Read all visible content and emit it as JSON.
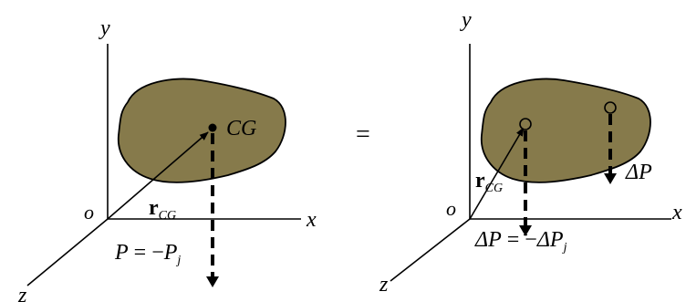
{
  "left_panel": {
    "axis_y": "y",
    "axis_x": "x",
    "axis_z": "z",
    "origin": "o",
    "cg_label": "CG",
    "r_vector": {
      "main": "r",
      "sub": "CG"
    },
    "force_equation": {
      "lhs": "P",
      "eq": " = −",
      "rhs": "P",
      "sub": "j"
    }
  },
  "equals_sign": "=",
  "right_panel": {
    "axis_y": "y",
    "axis_x": "x",
    "axis_z": "z",
    "origin": "o",
    "r_vector": {
      "main": "r",
      "sub": "CG"
    },
    "delta_p_label": "ΔP",
    "force_equation": {
      "lhs": "ΔP",
      "eq": " = −",
      "rhs": "ΔP",
      "sub": "j"
    }
  },
  "colors": {
    "body_fill": "#867a4b",
    "stroke": "#000000"
  }
}
